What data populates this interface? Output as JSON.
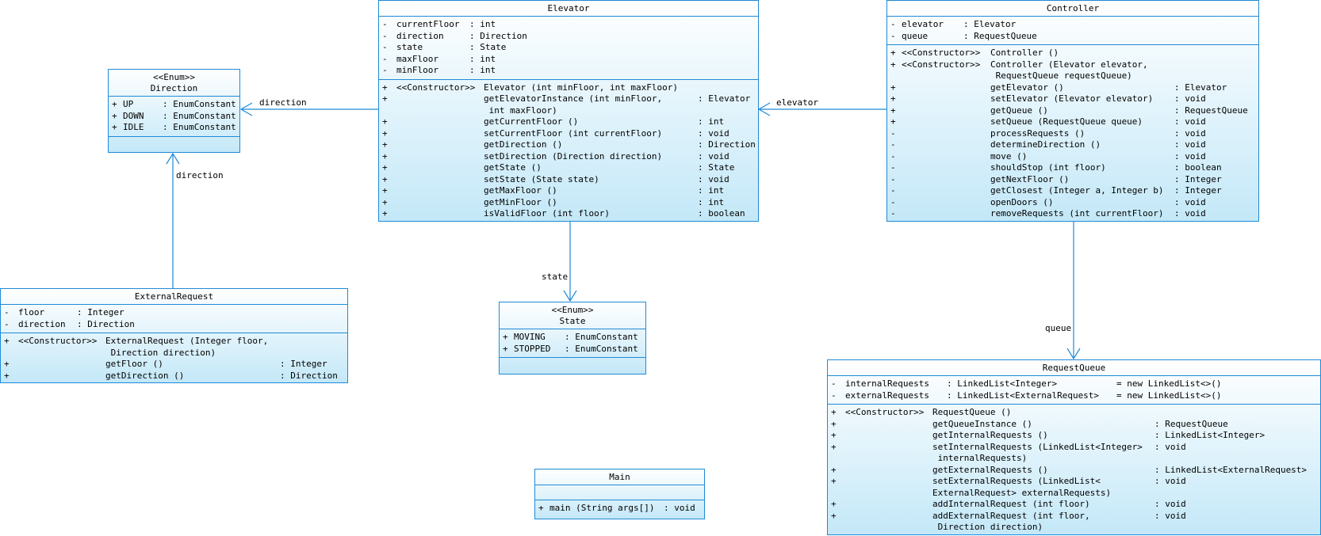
{
  "classes": {
    "direction": {
      "stereotype": "<<Enum>>",
      "name": "Direction",
      "attributes": [
        {
          "vis": "+",
          "name": "UP",
          "type": ": EnumConstant"
        },
        {
          "vis": "+",
          "name": "DOWN",
          "type": ": EnumConstant"
        },
        {
          "vis": "+",
          "name": "IDLE",
          "type": ": EnumConstant"
        }
      ]
    },
    "elevator": {
      "name": "Elevator",
      "attributes": [
        {
          "vis": "-",
          "name": "currentFloor",
          "type": ": int"
        },
        {
          "vis": "-",
          "name": "direction",
          "type": ": Direction"
        },
        {
          "vis": "-",
          "name": "state",
          "type": ": State"
        },
        {
          "vis": "-",
          "name": "maxFloor",
          "type": ": int"
        },
        {
          "vis": "-",
          "name": "minFloor",
          "type": ": int"
        }
      ],
      "operations": [
        {
          "vis": "+",
          "stereo": "<<Constructor>>",
          "sig": "Elevator (int minFloor, int maxFloor)",
          "ret": ""
        },
        {
          "vis": "+",
          "stereo": "",
          "sig": "getElevatorInstance (int minFloor,",
          "ret": ": Elevator"
        },
        {
          "vis": "",
          "stereo": "",
          "sig": " int maxFloor)",
          "ret": ""
        },
        {
          "vis": "+",
          "stereo": "",
          "sig": "getCurrentFloor ()",
          "ret": ": int"
        },
        {
          "vis": "+",
          "stereo": "",
          "sig": "setCurrentFloor (int currentFloor)",
          "ret": ": void"
        },
        {
          "vis": "+",
          "stereo": "",
          "sig": "getDirection ()",
          "ret": ": Direction"
        },
        {
          "vis": "+",
          "stereo": "",
          "sig": "setDirection (Direction direction)",
          "ret": ": void"
        },
        {
          "vis": "+",
          "stereo": "",
          "sig": "getState ()",
          "ret": ": State"
        },
        {
          "vis": "+",
          "stereo": "",
          "sig": "setState (State state)",
          "ret": ": void"
        },
        {
          "vis": "+",
          "stereo": "",
          "sig": "getMaxFloor ()",
          "ret": ": int"
        },
        {
          "vis": "+",
          "stereo": "",
          "sig": "getMinFloor ()",
          "ret": ": int"
        },
        {
          "vis": "+",
          "stereo": "",
          "sig": "isValidFloor (int floor)",
          "ret": ": boolean"
        }
      ]
    },
    "controller": {
      "name": "Controller",
      "attributes": [
        {
          "vis": "-",
          "name": "elevator",
          "type": ": Elevator"
        },
        {
          "vis": "-",
          "name": "queue",
          "type": ": RequestQueue"
        }
      ],
      "operations": [
        {
          "vis": "+",
          "stereo": "<<Constructor>>",
          "sig": "Controller ()",
          "ret": ""
        },
        {
          "vis": "+",
          "stereo": "<<Constructor>>",
          "sig": "Controller (Elevator elevator,",
          "ret": ""
        },
        {
          "vis": "",
          "stereo": "",
          "sig": " RequestQueue requestQueue)",
          "ret": ""
        },
        {
          "vis": "+",
          "stereo": "",
          "sig": "getElevator ()",
          "ret": ": Elevator"
        },
        {
          "vis": "+",
          "stereo": "",
          "sig": "setElevator (Elevator elevator)",
          "ret": ": void"
        },
        {
          "vis": "+",
          "stereo": "",
          "sig": "getQueue ()",
          "ret": ": RequestQueue"
        },
        {
          "vis": "+",
          "stereo": "",
          "sig": "setQueue (RequestQueue queue)",
          "ret": ": void"
        },
        {
          "vis": "-",
          "stereo": "",
          "sig": "processRequests ()",
          "ret": ": void"
        },
        {
          "vis": "-",
          "stereo": "",
          "sig": "determineDirection ()",
          "ret": ": void"
        },
        {
          "vis": "-",
          "stereo": "",
          "sig": "move ()",
          "ret": ": void"
        },
        {
          "vis": "-",
          "stereo": "",
          "sig": "shouldStop (int floor)",
          "ret": ": boolean"
        },
        {
          "vis": "-",
          "stereo": "",
          "sig": "getNextFloor ()",
          "ret": ": Integer"
        },
        {
          "vis": "-",
          "stereo": "",
          "sig": "getClosest (Integer a, Integer b)",
          "ret": ": Integer"
        },
        {
          "vis": "-",
          "stereo": "",
          "sig": "openDoors ()",
          "ret": ": void"
        },
        {
          "vis": "-",
          "stereo": "",
          "sig": "removeRequests (int currentFloor)",
          "ret": ": void"
        }
      ]
    },
    "externalRequest": {
      "name": "ExternalRequest",
      "attributes": [
        {
          "vis": "-",
          "name": "floor",
          "type": ": Integer"
        },
        {
          "vis": "-",
          "name": "direction",
          "type": ": Direction"
        }
      ],
      "operations": [
        {
          "vis": "+",
          "stereo": "<<Constructor>>",
          "sig": "ExternalRequest (Integer floor,",
          "ret": ""
        },
        {
          "vis": "",
          "stereo": "",
          "sig": " Direction direction)",
          "ret": ""
        },
        {
          "vis": "+",
          "stereo": "",
          "sig": "getFloor ()",
          "ret": ": Integer"
        },
        {
          "vis": "+",
          "stereo": "",
          "sig": "getDirection ()",
          "ret": ": Direction"
        }
      ]
    },
    "state": {
      "stereotype": "<<Enum>>",
      "name": "State",
      "attributes": [
        {
          "vis": "+",
          "name": "MOVING",
          "type": ": EnumConstant"
        },
        {
          "vis": "+",
          "name": "STOPPED",
          "type": ": EnumConstant"
        }
      ]
    },
    "main": {
      "name": "Main",
      "operations": [
        {
          "vis": "+",
          "stereo": "",
          "sig": "main (String args[])",
          "ret": ": void"
        }
      ]
    },
    "requestQueue": {
      "name": "RequestQueue",
      "attributes": [
        {
          "vis": "-",
          "name": "internalRequests",
          "type": ": LinkedList<Integer>",
          "init": "= new LinkedList<>()"
        },
        {
          "vis": "-",
          "name": "externalRequests",
          "type": ": LinkedList<ExternalRequest>",
          "init": "= new LinkedList<>()"
        }
      ],
      "operations": [
        {
          "vis": "+",
          "stereo": "<<Constructor>>",
          "sig": "RequestQueue ()",
          "ret": ""
        },
        {
          "vis": "+",
          "stereo": "",
          "sig": "getQueueInstance ()",
          "ret": ": RequestQueue"
        },
        {
          "vis": "+",
          "stereo": "",
          "sig": "getInternalRequests ()",
          "ret": ": LinkedList<Integer>"
        },
        {
          "vis": "+",
          "stereo": "",
          "sig": "setInternalRequests (LinkedList<Integer>",
          "ret": ": void"
        },
        {
          "vis": "",
          "stereo": "",
          "sig": " internalRequests)",
          "ret": ""
        },
        {
          "vis": "+",
          "stereo": "",
          "sig": "getExternalRequests ()",
          "ret": ": LinkedList<ExternalRequest>"
        },
        {
          "vis": "+",
          "stereo": "",
          "sig": "setExternalRequests (LinkedList<",
          "ret": ": void"
        },
        {
          "vis": "",
          "stereo": "",
          "sig": "ExternalRequest> externalRequests)",
          "ret": ""
        },
        {
          "vis": "+",
          "stereo": "",
          "sig": "addInternalRequest (int floor)",
          "ret": ": void"
        },
        {
          "vis": "+",
          "stereo": "",
          "sig": "addExternalRequest (int floor,",
          "ret": ": void"
        },
        {
          "vis": "",
          "stereo": "",
          "sig": " Direction direction)",
          "ret": ""
        }
      ]
    }
  },
  "associations": {
    "elevator_direction": "direction",
    "external_direction": "direction",
    "elevator_state": "state",
    "controller_elevator": "elevator",
    "controller_queue": "queue"
  },
  "colors": {
    "border": "#1f8ad6",
    "fill_top": "#ffffff",
    "fill_bottom": "#c4e8f8"
  }
}
